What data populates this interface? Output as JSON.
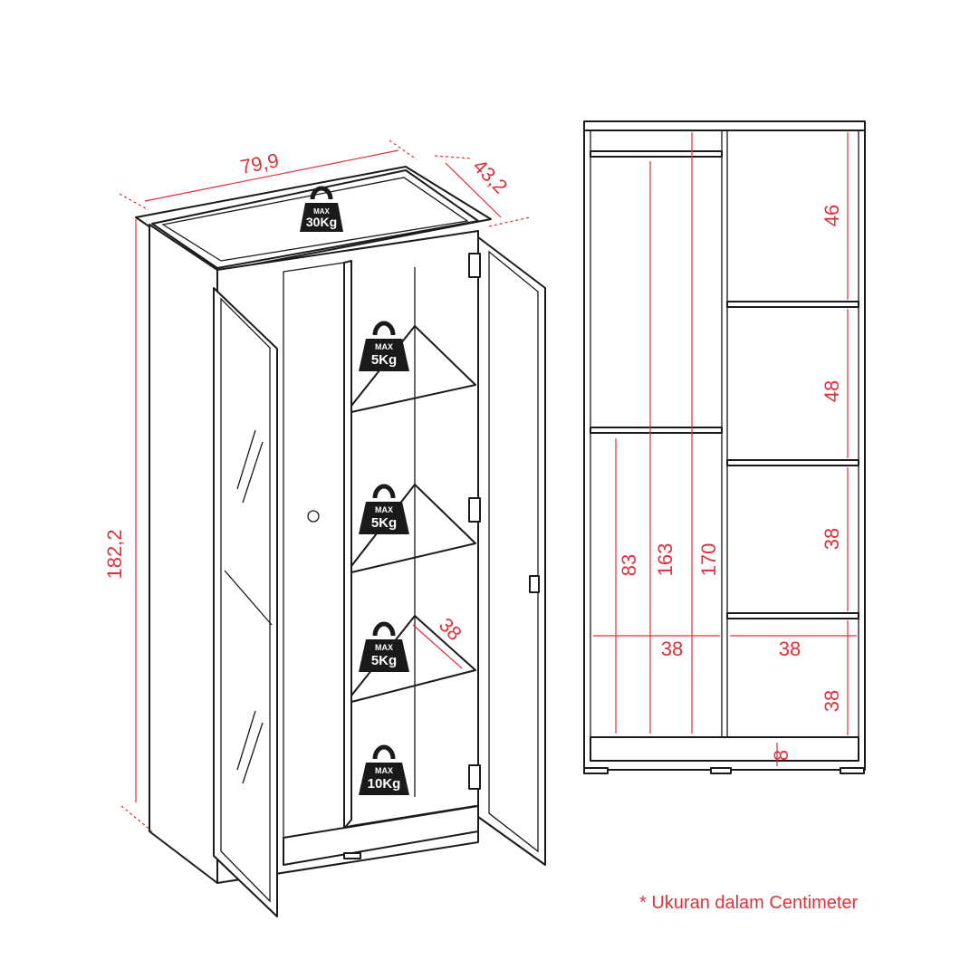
{
  "colors": {
    "dimension": "#e0303a",
    "outline": "#1a1a1a",
    "background": "#ffffff"
  },
  "perspective": {
    "width": "79,9",
    "depth": "43,2",
    "height": "182,2",
    "shelf_depth": "38"
  },
  "weights": [
    {
      "max": "MAX",
      "load": "30Kg"
    },
    {
      "max": "MAX",
      "load": "5Kg"
    },
    {
      "max": "MAX",
      "load": "5Kg"
    },
    {
      "max": "MAX",
      "load": "5Kg"
    },
    {
      "max": "MAX",
      "load": "10Kg"
    }
  ],
  "front": {
    "h_83": "83",
    "h_163": "163",
    "h_170": "170",
    "w_left": "38",
    "w_right": "38",
    "shelf_46": "46",
    "shelf_48": "48",
    "shelf_38a": "38",
    "shelf_38b": "38",
    "plinth": "8"
  },
  "note": "* Ukuran dalam Centimeter",
  "icon": "weight-icon"
}
